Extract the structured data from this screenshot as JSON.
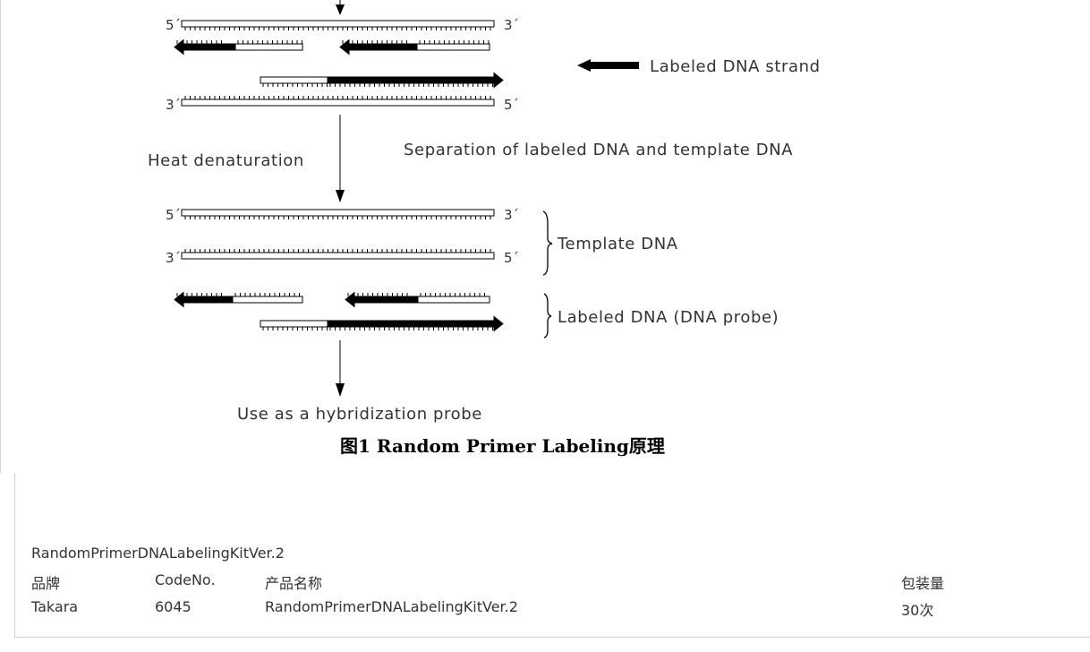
{
  "figure": {
    "strand_ends": {
      "five": "5´",
      "three": "3´"
    },
    "labels": {
      "labeled_strand": "Labeled DNA strand",
      "heat_denaturation": "Heat denaturation",
      "separation": "Separation of labeled DNA and template DNA",
      "template_dna": "Template DNA",
      "labeled_dna": "Labeled DNA (DNA probe)",
      "use_as_probe": "Use as a hybridization probe"
    },
    "caption": "图1 Random Primer Labeling原理"
  },
  "product": {
    "kit_title": "RandomPrimerDNALabelingKitVer.2",
    "headers": [
      "品牌",
      "CodeNo.",
      "产品名称",
      "包装量"
    ],
    "rows": [
      [
        "Takara",
        "6045",
        "RandomPrimerDNALabelingKitVer.2",
        "30次"
      ]
    ]
  }
}
